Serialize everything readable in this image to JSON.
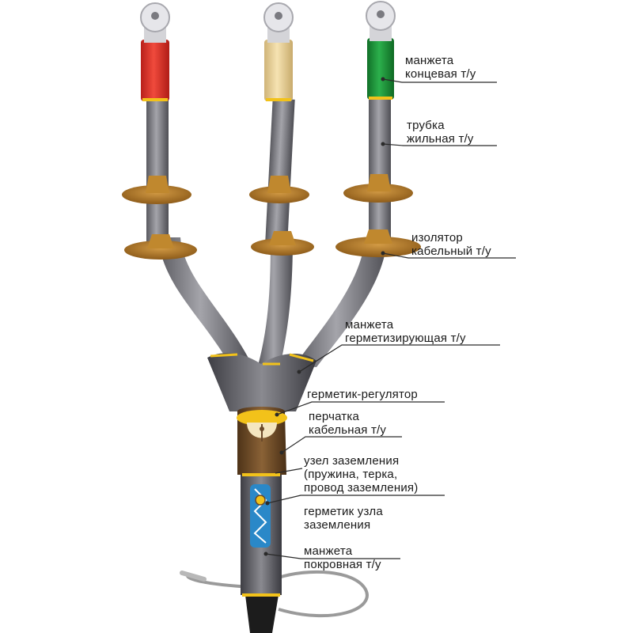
{
  "labels": {
    "end_sleeve": [
      "манжета",
      "концевая т/у"
    ],
    "core_tube": [
      "трубка",
      "жильная т/у"
    ],
    "insulator": [
      "изолятор",
      "кабельный т/у"
    ],
    "sealing_sleeve": [
      "манжета",
      "герметизирующая т/у"
    ],
    "sealant_regulator": [
      "герметик-регулятор"
    ],
    "glove": [
      "перчатка",
      "кабельная т/у"
    ],
    "grounding_unit": [
      "узел заземления",
      "(пружина,  терка,",
      "провод заземления)"
    ],
    "grounding_sealant": [
      "герметик узла",
      "заземления"
    ],
    "jacket_sleeve": [
      "манжета",
      "покровная т/у"
    ]
  },
  "colors": {
    "phase_red": "#e8352a",
    "phase_beige": "#efd9a0",
    "phase_green": "#1f9a3c",
    "insulator_brown": "#b07a2a",
    "tube_grey": "#7c7c82",
    "glove_brown": "#6b4a2a",
    "ring_yellow": "#f2c21a",
    "grounding_blue": "#2a88c8"
  }
}
